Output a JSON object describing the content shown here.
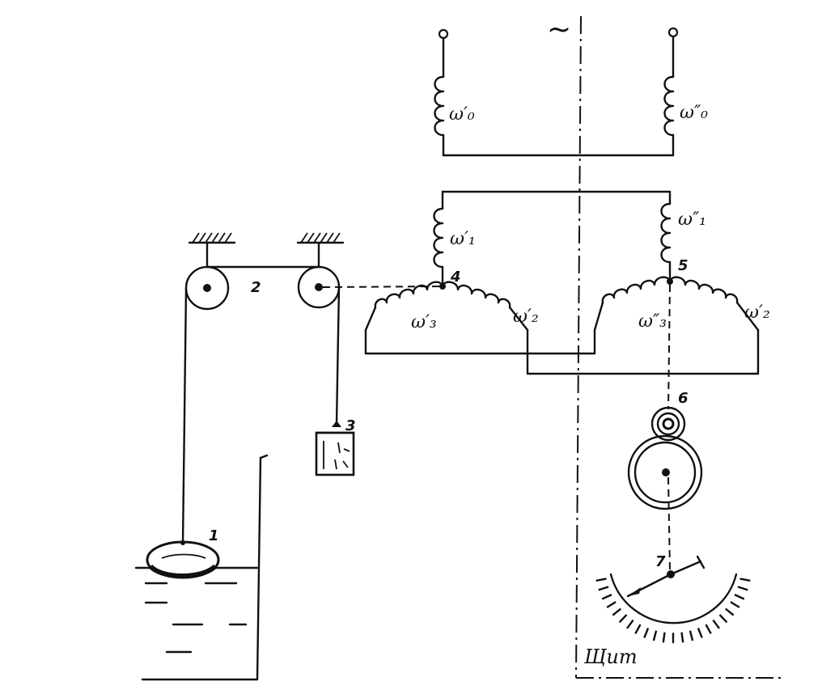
{
  "supply_symbol": "~",
  "windings": {
    "w0_primary": "ω′₀",
    "w0_secondary": "ω″₀",
    "w1_primary": "ω′₁",
    "w1_secondary": "ω″₁",
    "w2_primary_left": "ω′₂",
    "w3_primary_left": "ω′₃",
    "w3_secondary_right": "ω″₃",
    "w2_primary_right": "ω′₂"
  },
  "callouts": {
    "float": "1",
    "cable": "2",
    "counterweight": "3",
    "node_left": "4",
    "node_right": "5",
    "gear": "6",
    "indicator": "7"
  },
  "panel_label": "Щит"
}
